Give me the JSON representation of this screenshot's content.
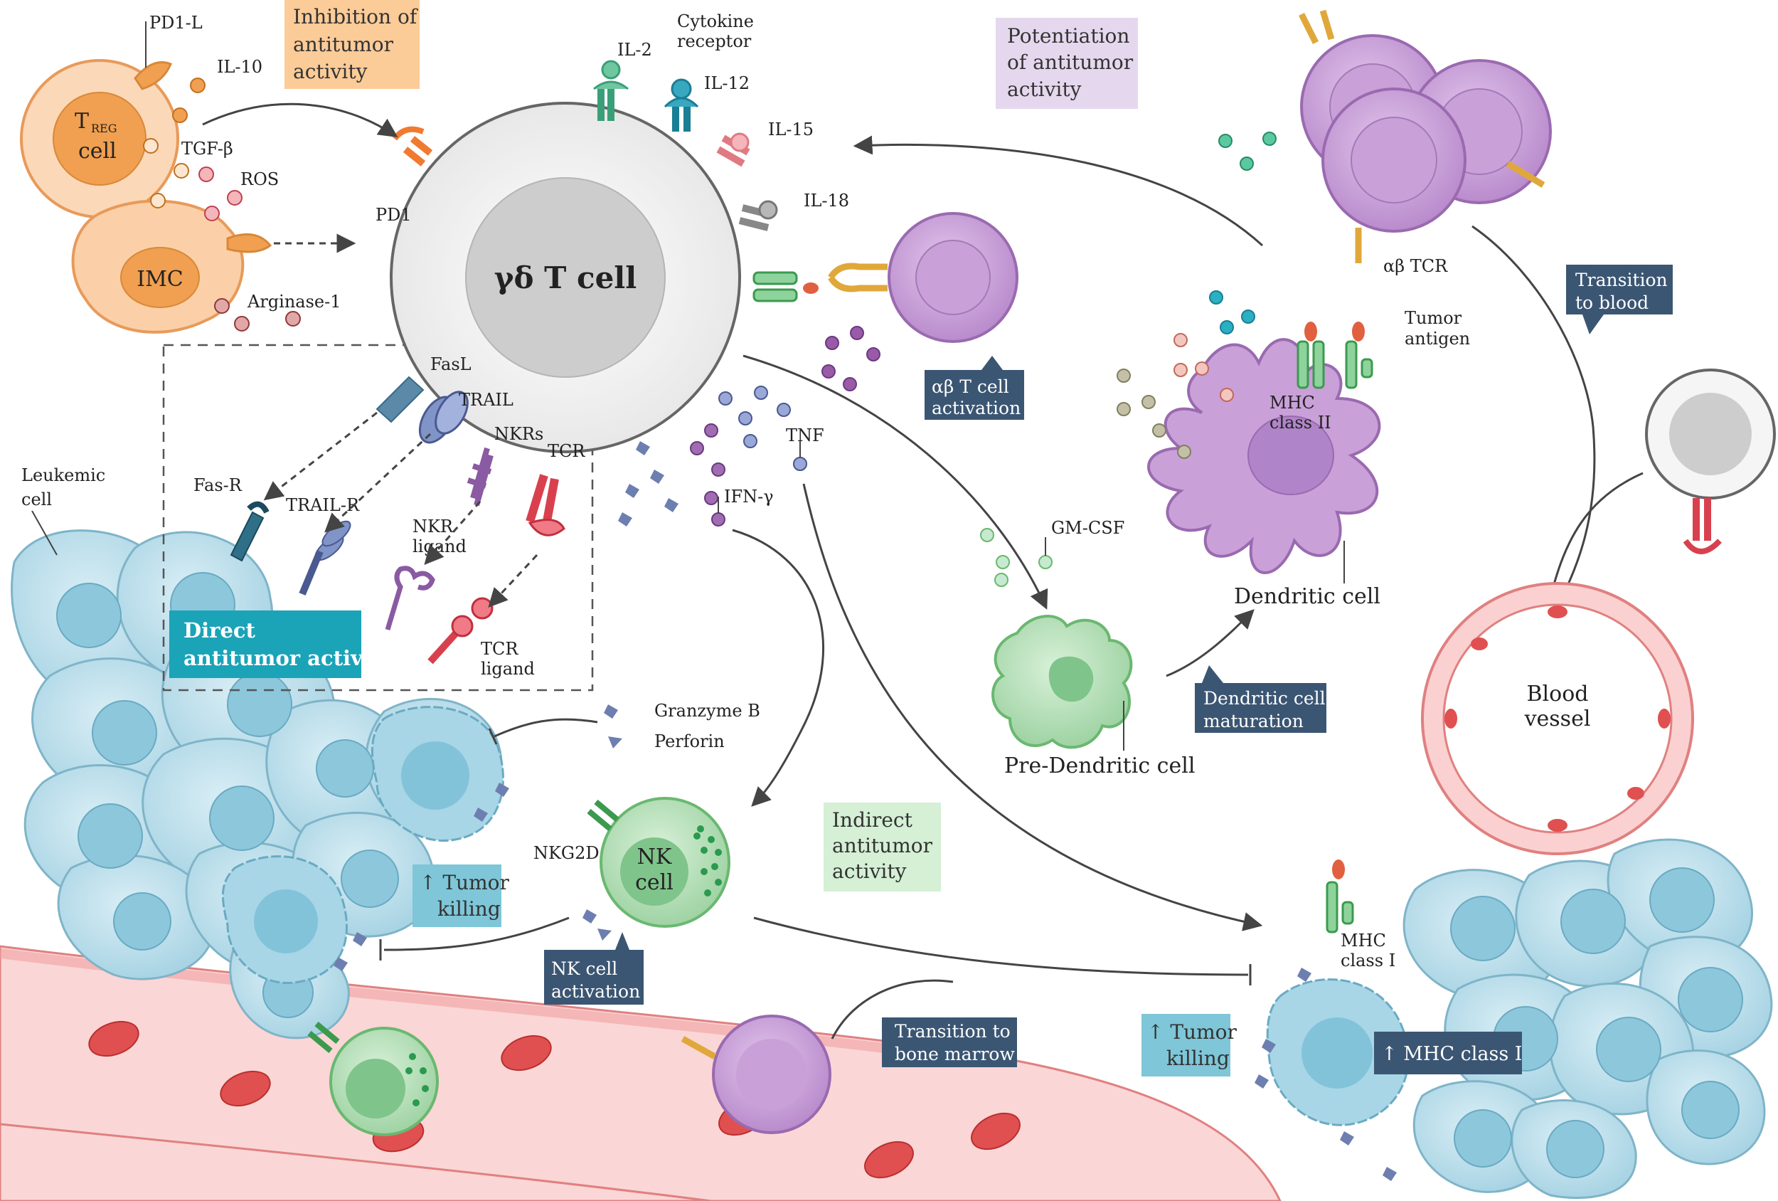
{
  "center": {
    "title": "γδ T cell"
  },
  "treg": {
    "main": "T",
    "sub": "REG",
    "line2": "cell"
  },
  "imc": {
    "name": "IMC"
  },
  "labels": {
    "pd1l": "PD1-L",
    "il10": "IL-10",
    "tgfb": "TGF-β",
    "ros": "ROS",
    "pd1": "PD1",
    "arginase": "Arginase-1",
    "il2": "IL-2",
    "cytokine_receptor_1": "Cytokine",
    "cytokine_receptor_2": "receptor",
    "il12": "IL-12",
    "il15": "IL-15",
    "il18": "IL-18",
    "fasl": "FasL",
    "trail": "TRAIL",
    "nkrs": "NKRs",
    "tcr": "TCR",
    "fasr": "Fas-R",
    "trailr": "TRAIL-R",
    "nkr_ligand_1": "NKR",
    "nkr_ligand_2": "ligand",
    "tcr_ligand_1": "TCR",
    "tcr_ligand_2": "ligand",
    "leukemic_1": "Leukemic",
    "leukemic_2": "cell",
    "tnf": "TNF",
    "ifng": "IFN-γ",
    "gmcsf": "GM-CSF",
    "granzyme": "Granzyme B",
    "perforin": "Perforin",
    "nkg2d": "NKG2D",
    "ab_tcr": "αβ TCR",
    "tumor_antigen_1": "Tumor",
    "tumor_antigen_2": "antigen",
    "mhc2_1": "MHC",
    "mhc2_2": "class II",
    "mhc1_1": "MHC",
    "mhc1_2": "class I",
    "dendritic": "Dendritic cell",
    "predendritic": "Pre-Dendritic cell",
    "nk_1": "NK",
    "nk_2": "cell",
    "blood_1": "Blood",
    "blood_2": "vessel"
  },
  "boxes": {
    "inhibition": [
      "Inhibition of",
      "antitumor",
      "activity"
    ],
    "potentiation": [
      "Potentiation",
      "of antitumor",
      "activity"
    ],
    "direct": [
      "Direct",
      "antitumor activity"
    ],
    "indirect": [
      "Indirect",
      "antitumor",
      "activity"
    ],
    "ab_activation": [
      "αβ T cell",
      "activation"
    ],
    "dc_maturation": [
      "Dendritic cell",
      "maturation"
    ],
    "transition_blood": [
      "Transition",
      "to blood"
    ],
    "nk_activation": [
      "NK cell",
      "activation"
    ],
    "transition_marrow": [
      "Transition to",
      "bone marrow"
    ],
    "tumor_killing_left": [
      "↑ Tumor",
      "killing"
    ],
    "tumor_killing_right": [
      "↑ Tumor",
      "killing"
    ],
    "mhc_up": "↑ MHC class I"
  },
  "colors": {
    "treg_orange": "#f0a060",
    "purple_cell": "#c9a0d8",
    "green_cell": "#b5e0b8",
    "tumor_blue": "#b8dde8",
    "dark_box": "#3b5673",
    "cyan_box": "#1a9bb0",
    "vessel": "#f8c8c8",
    "rbc": "#d94a4a"
  }
}
